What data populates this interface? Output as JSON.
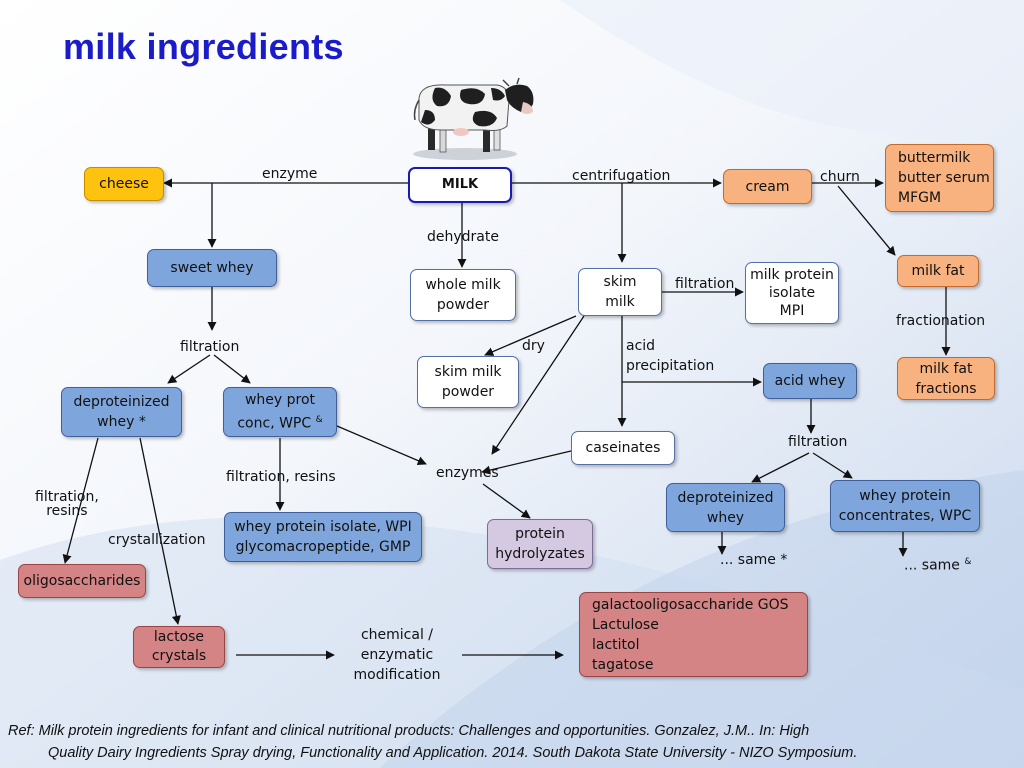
{
  "title": "milk ingredients",
  "colors": {
    "title": "#1b1bc9",
    "white_box": "#ffffff",
    "blue_box": "#7fa6dc",
    "orange_box": "#f8b27f",
    "pink_box": "#d48484",
    "lavender_box": "#d5c9e2",
    "yellow_box": "#ffc20e",
    "milk_border": "#1a1ab0"
  },
  "image": {
    "icon": "cow-icon"
  },
  "boxes": {
    "milk": "MILK",
    "cheese": "cheese",
    "cream": "cream",
    "butter_products": [
      "buttermilk",
      "butter serum",
      "MFGM"
    ],
    "milk_fat": "milk fat",
    "milk_fat_fractions": [
      "milk fat",
      "fractions"
    ],
    "sweet_whey": "sweet whey",
    "whole_milk_powder": [
      "whole milk",
      "powder"
    ],
    "skim_milk": [
      "skim",
      "milk"
    ],
    "mpi": [
      "milk protein",
      "isolate",
      "MPI"
    ],
    "skim_milk_powder": [
      "skim milk",
      "powder"
    ],
    "acid_whey": "acid whey",
    "caseinates": "caseinates",
    "deproteinized_whey_left": [
      "deproteinized",
      "whey  *"
    ],
    "wpc_left": [
      "whey prot",
      "conc, WPC &"
    ],
    "wpi": [
      "whey protein isolate, WPI",
      "glycomacropeptide, GMP"
    ],
    "protein_hydrolyzates": [
      "protein",
      "hydrolyzates"
    ],
    "deproteinized_whey_right": [
      "deproteinized",
      "whey"
    ],
    "wpc_right": [
      "whey protein",
      "concentrates, WPC"
    ],
    "oligosaccharides": "oligosaccharides",
    "lactose_crystals": [
      "lactose",
      "crystals"
    ],
    "gos_products": [
      "galactooligosaccharide GOS",
      "Lactulose",
      "lactitol",
      "tagatose"
    ]
  },
  "labels": {
    "enzyme": "enzyme",
    "centrifugation": "centrifugation",
    "churn": "churn",
    "dehydrate": "dehydrate",
    "filtration_mpi": "filtration",
    "fractionation": "fractionation",
    "filtration_left": "filtration",
    "dry": "dry",
    "acid_precipitation": [
      "acid",
      "precipitation"
    ],
    "filtration_right": "filtration",
    "filtration_resins_mid": "filtration, resins",
    "enzymes": "enzymes",
    "filtration_resins_left": [
      "filtration,",
      "resins"
    ],
    "crystallization": "crystallization",
    "same_star": "... same *",
    "same_amp": "... same &",
    "chemical_modification": [
      "chemical /",
      "enzymatic",
      "modification"
    ]
  },
  "reference": [
    "Ref:  Milk protein ingredients for infant and clinical nutritional products: Challenges and opportunities. Gonzalez, J.M..  In: High",
    "Quality Dairy Ingredients Spray drying, Functionality and Application.  2014.  South Dakota State University - NIZO Symposium."
  ]
}
